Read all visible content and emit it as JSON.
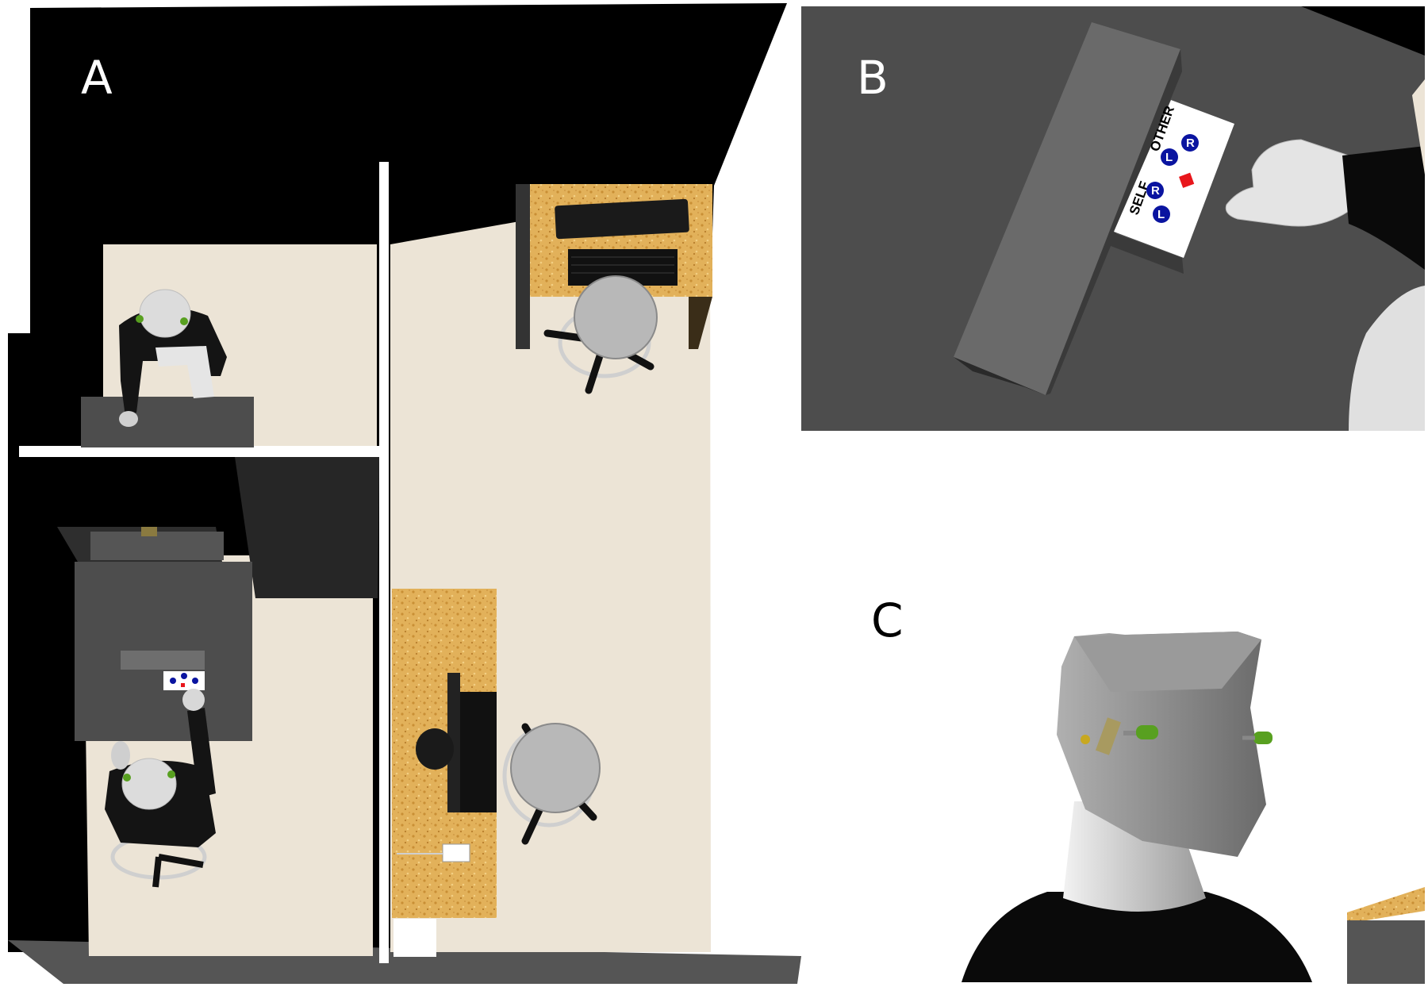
{
  "panels": {
    "a": {
      "letter": "A"
    },
    "b": {
      "letter": "B"
    },
    "c": {
      "letter": "C"
    }
  },
  "response_box": {
    "self_label": "SELF",
    "other_label": "OTHER",
    "buttons": [
      "L",
      "R",
      "L",
      "R"
    ],
    "button_color": "#0a14a0",
    "stop_color": "#e8161b"
  },
  "colors": {
    "floor": "#ece4d6",
    "wall": "#000000",
    "desk_wood": "#e2b15a",
    "table_grey": "#4d4d4d",
    "electrode_green": "#58a020"
  }
}
